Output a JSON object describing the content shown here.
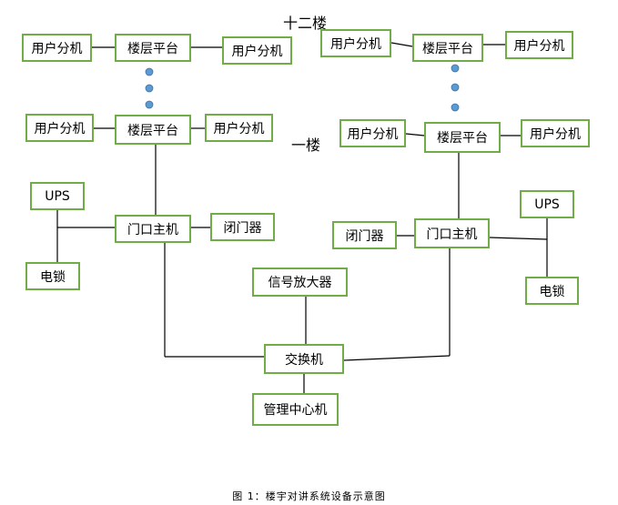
{
  "labels": {
    "top_floor": "十二楼",
    "first_floor": "一楼"
  },
  "left": {
    "floor12": {
      "ext_left": "用户分机",
      "platform": "楼层平台",
      "ext_right": "用户分机"
    },
    "floor1": {
      "ext_left": "用户分机",
      "platform": "楼层平台",
      "ext_right": "用户分机"
    },
    "ups": "UPS",
    "door_host": "门口主机",
    "door_closer": "闭门器",
    "lock": "电锁"
  },
  "right": {
    "floor12": {
      "ext_left": "用户分机",
      "platform": "楼层平台",
      "ext_right": "用户分机"
    },
    "floor1": {
      "ext_left": "用户分机",
      "platform": "楼层平台",
      "ext_right": "用户分机"
    },
    "ups": "UPS",
    "door_host": "门口主机",
    "door_closer": "闭门器",
    "lock": "电锁"
  },
  "center": {
    "amplifier": "信号放大器",
    "switch": "交换机",
    "mgmt_center": "管理中心机"
  },
  "caption": "图 1：楼宇对讲系统设备示意图",
  "colors": {
    "box_border": "#70ad47",
    "dot": "#5b9bd5",
    "line": "#000000"
  }
}
